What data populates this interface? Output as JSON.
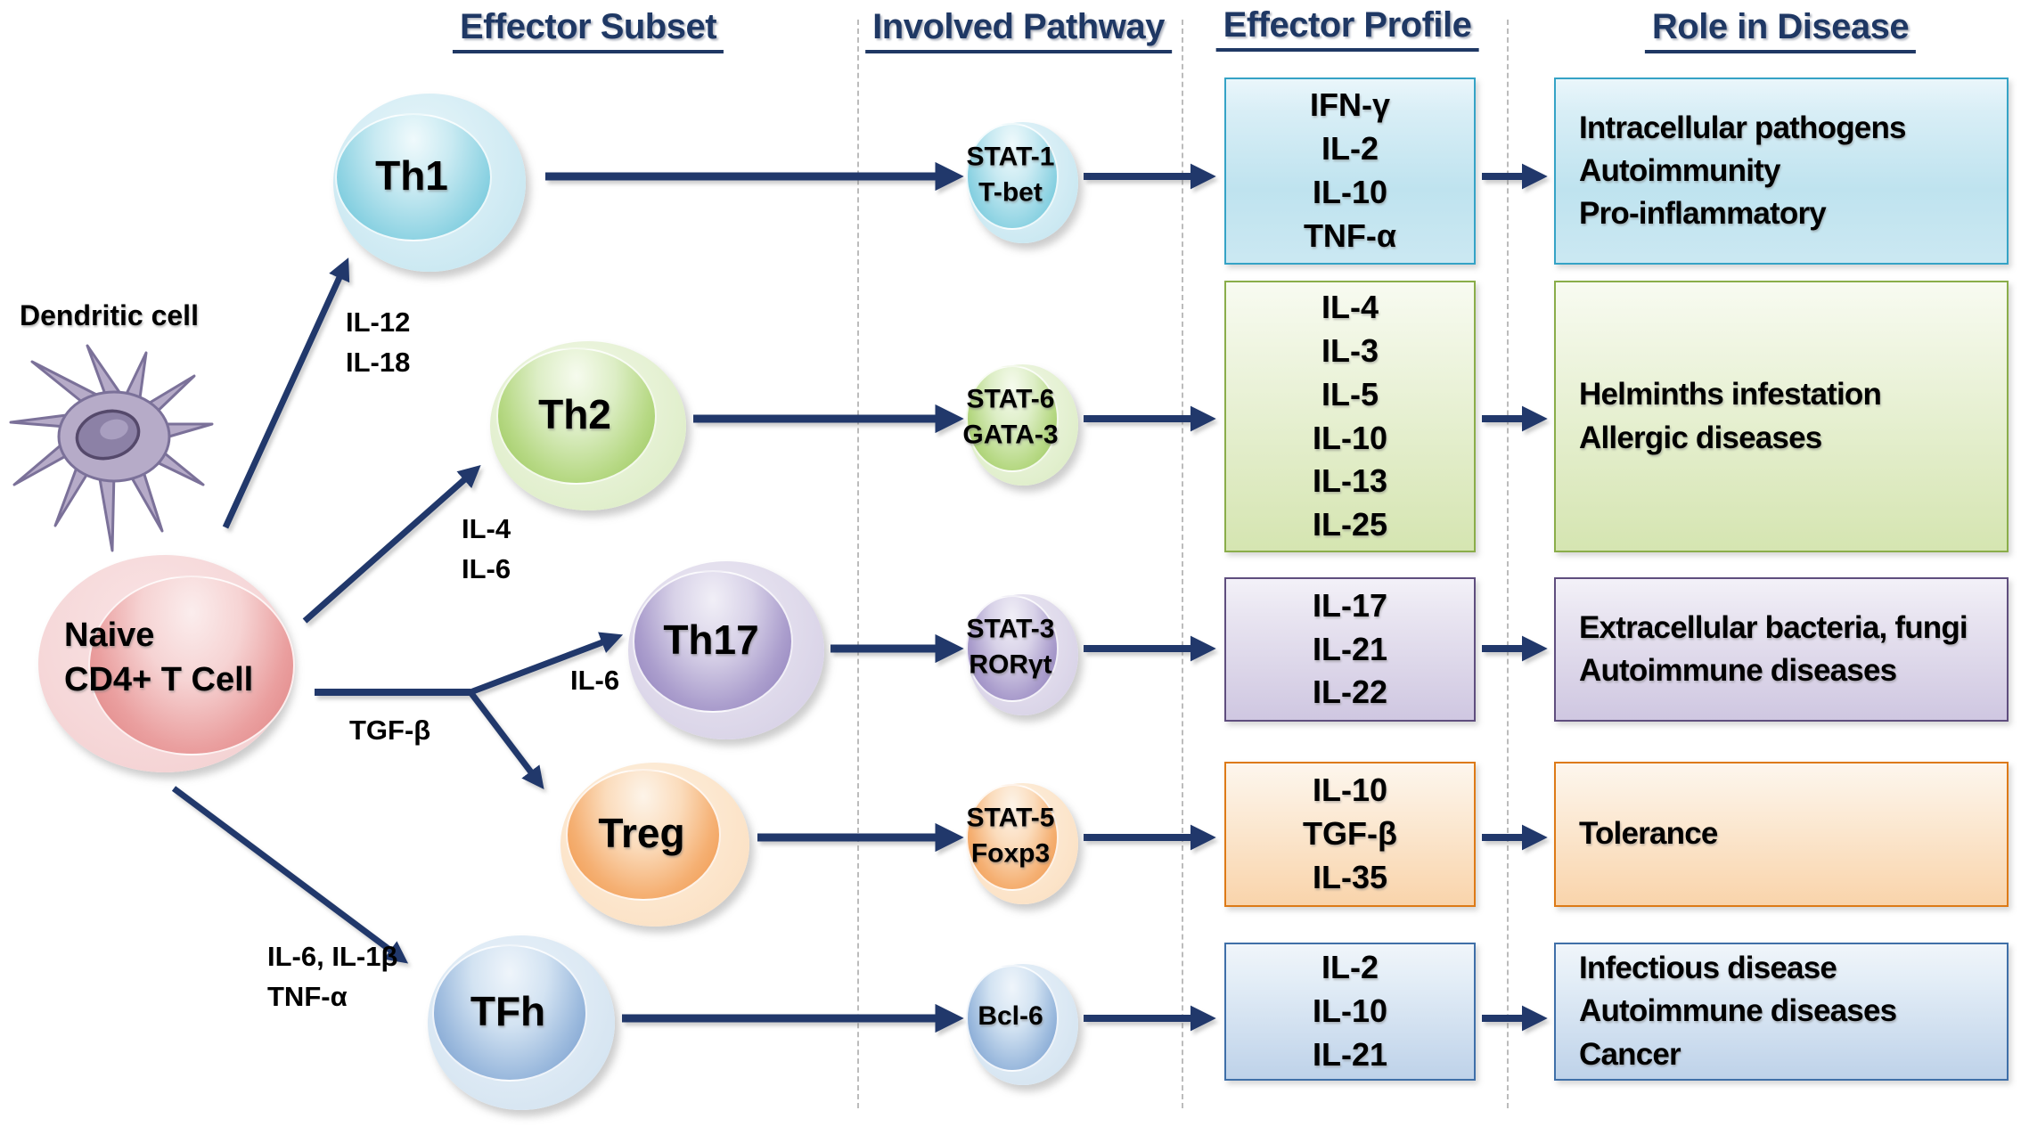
{
  "palette": {
    "accent_navy": "#1f3864",
    "arrow_navy": "#21386b",
    "divider_gray": "#bcbcbc",
    "th1": "#5fc0d6",
    "th2": "#95c355",
    "th17": "#8a7ab8",
    "treg": "#ef9344",
    "tfh": "#6f96ca",
    "naive": "#dd7e7e",
    "dendritic_purple": "#b6abc8"
  },
  "headers": {
    "effector_subset": "Effector Subset",
    "involved_pathway": "Involved Pathway",
    "effector_profile": "Effector Profile",
    "role_in_disease": "Role in Disease"
  },
  "source": {
    "dendritic_cell_label": "Dendritic cell",
    "naive_cell_label": [
      "Naive",
      "CD4+ T Cell"
    ]
  },
  "cytokine_labels": {
    "to_th1": [
      "IL-12",
      "IL-18"
    ],
    "to_th2": [
      "IL-4",
      "IL-6"
    ],
    "to_th17_treg_trunk": [
      "TGF-β"
    ],
    "to_th17": [
      "IL-6"
    ],
    "to_tfh": [
      "IL-6, IL-1β",
      "TNF-α"
    ]
  },
  "rows": [
    {
      "id": "th1",
      "subset": "Th1",
      "pathway": [
        "STAT-1",
        "T-bet"
      ],
      "profile": [
        "IFN-γ",
        "IL-2",
        "IL-10",
        "TNF-α"
      ],
      "disease": [
        "Intracellular pathogens",
        "Autoimmunity",
        "Pro-inflammatory"
      ]
    },
    {
      "id": "th2",
      "subset": "Th2",
      "pathway": [
        "STAT-6",
        "GATA-3"
      ],
      "profile": [
        "IL-4",
        "IL-3",
        "IL-5",
        "IL-10",
        "IL-13",
        "IL-25"
      ],
      "disease": [
        "Helminths infestation",
        "Allergic diseases"
      ]
    },
    {
      "id": "th17",
      "subset": "Th17",
      "pathway": [
        "STAT-3",
        "RORγt"
      ],
      "profile": [
        "IL-17",
        "IL-21",
        "IL-22"
      ],
      "disease": [
        "Extracellular bacteria, fungi",
        "Autoimmune diseases"
      ]
    },
    {
      "id": "treg",
      "subset": "Treg",
      "pathway": [
        "STAT-5",
        "Foxp3"
      ],
      "profile": [
        "IL-10",
        "TGF-β",
        "IL-35"
      ],
      "disease": [
        "Tolerance"
      ]
    },
    {
      "id": "tfh",
      "subset": "TFh",
      "pathway": [
        "Bcl-6"
      ],
      "profile": [
        "IL-2",
        "IL-10",
        "IL-21"
      ],
      "disease": [
        "Infectious disease",
        "Autoimmune diseases",
        "Cancer"
      ]
    }
  ]
}
